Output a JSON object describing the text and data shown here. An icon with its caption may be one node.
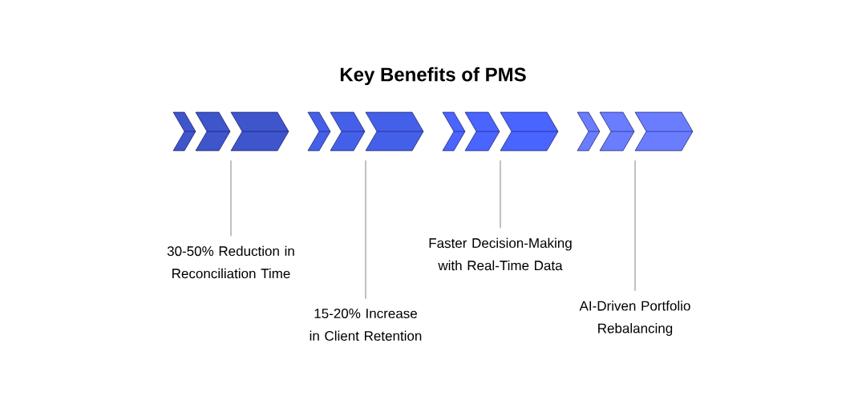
{
  "diagram": {
    "title": "Key Benefits of PMS",
    "nodes": [
      {
        "text": [],
        "shape": "chevron"
      },
      {
        "text": [],
        "shape": "chevron"
      },
      {
        "text": [],
        "shape": "chevron"
      },
      {
        "text": [],
        "shape": "chevron"
      },
      {
        "text": [
          "30-50% Reduction in Reconciliation Time"
        ]
      },
      {
        "text": [
          "15-20% Increase in Client Retention"
        ]
      },
      {
        "text": [
          "Faster Decision-Making with Real-Time Data"
        ]
      },
      {
        "text": [
          "AI-Driven Portfolio Rebalancing"
        ]
      }
    ],
    "edges": [
      {
        "from": 4,
        "to": 0,
        "arrow": "none"
      },
      {
        "from": 5,
        "to": 1,
        "arrow": "none"
      },
      {
        "from": 6,
        "to": 2,
        "arrow": "none"
      },
      {
        "from": 7,
        "to": 3,
        "arrow": "none"
      }
    ]
  }
}
